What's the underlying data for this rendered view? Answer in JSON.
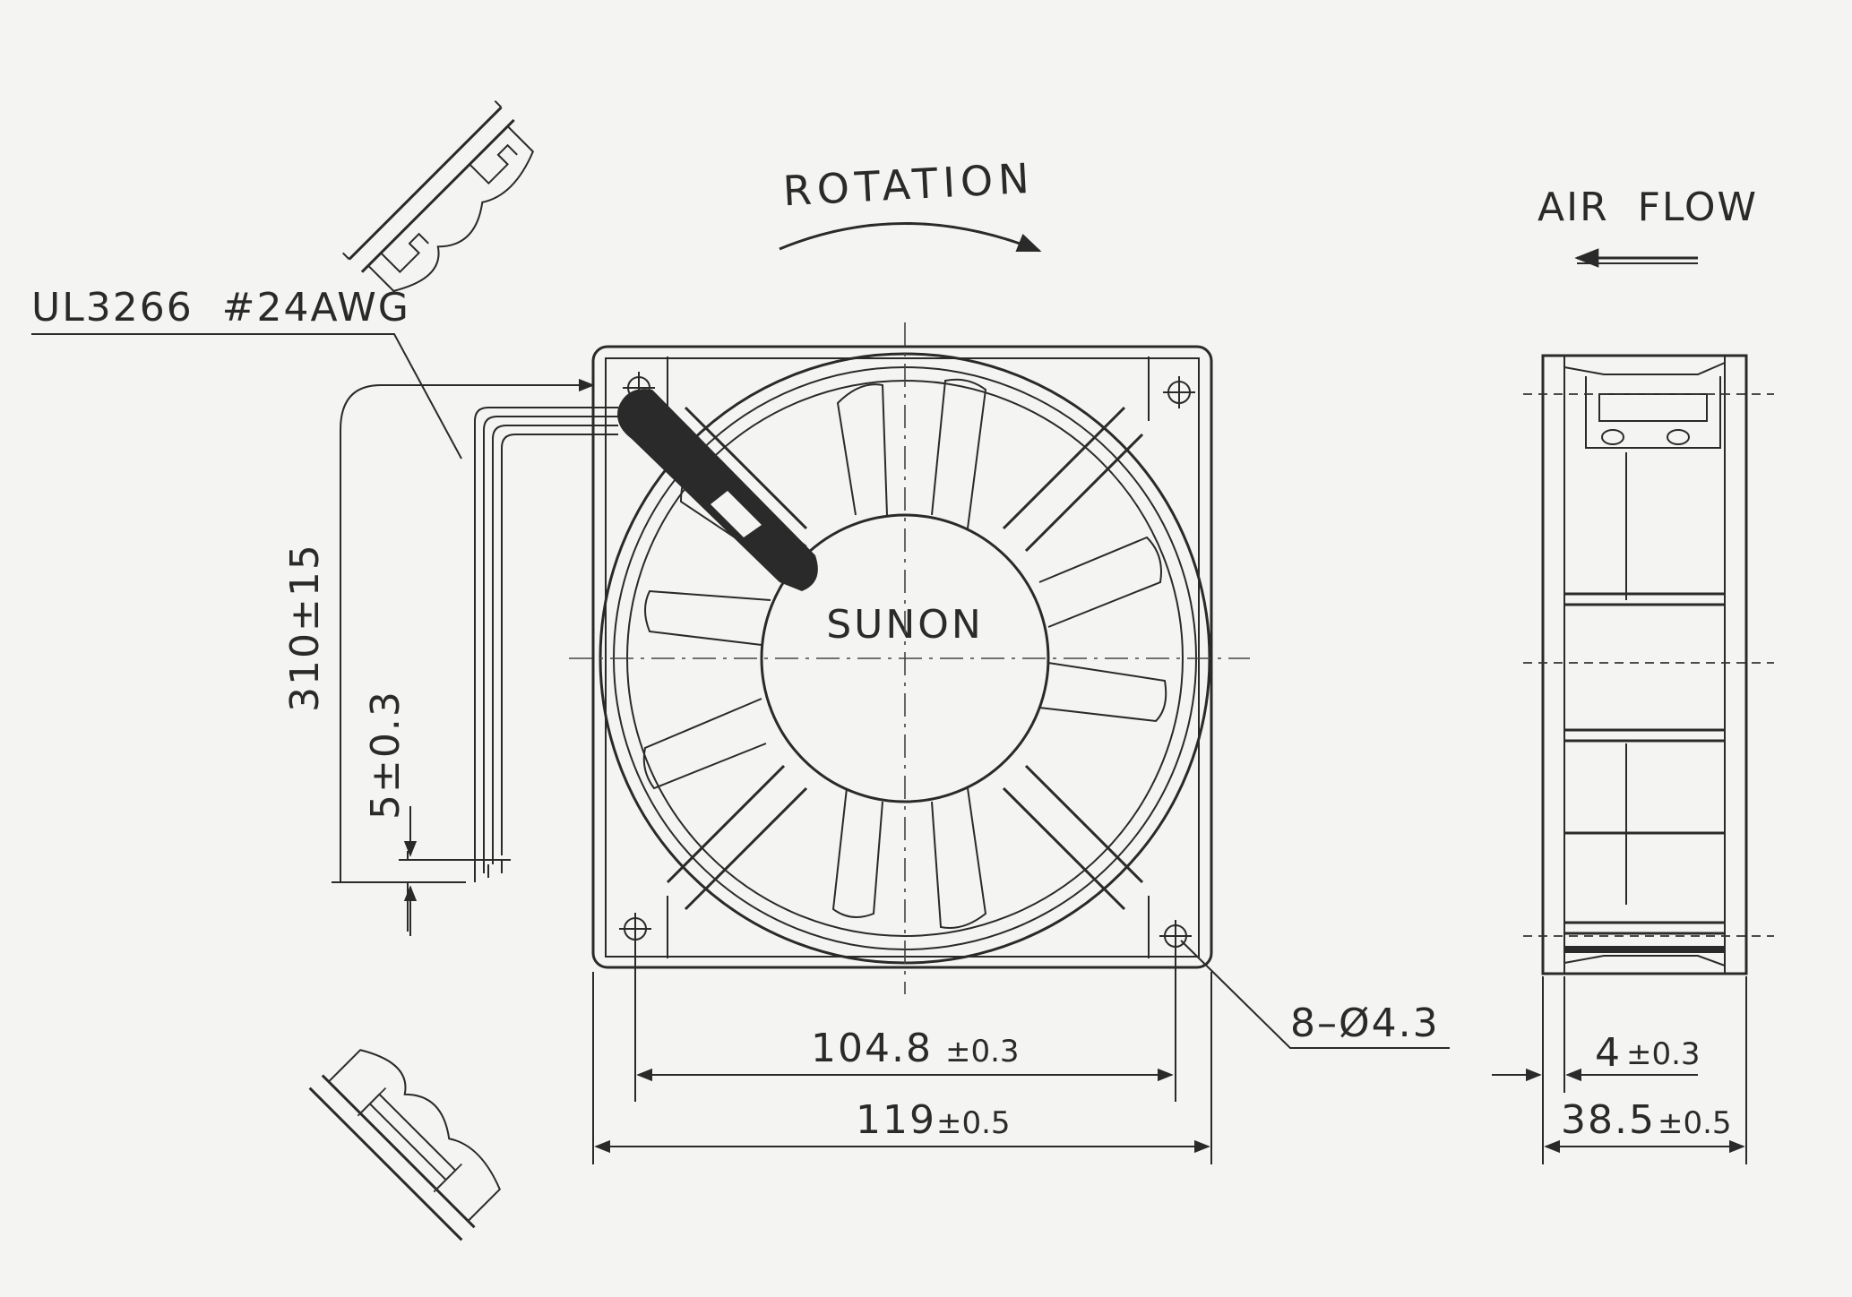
{
  "labels": {
    "wire_spec": "UL3266  #24AWG",
    "rotation": "ROTATION",
    "air_flow": "AIR  FLOW",
    "brand": "SUNON",
    "lead_length": "310±15",
    "lead_strip": "5±0.3",
    "hole_pitch_value": "104.8",
    "hole_pitch_tol": "±0.3",
    "frame_width_value": "119",
    "frame_width_tol": "±0.5",
    "mount_holes": "8–Ø4.3",
    "flange_value": "4",
    "flange_tol": "±0.3",
    "depth_value": "38.5",
    "depth_tol": "±0.5"
  },
  "colors": {
    "ink": "#2a2a2a",
    "paper": "#f4f4f2"
  }
}
